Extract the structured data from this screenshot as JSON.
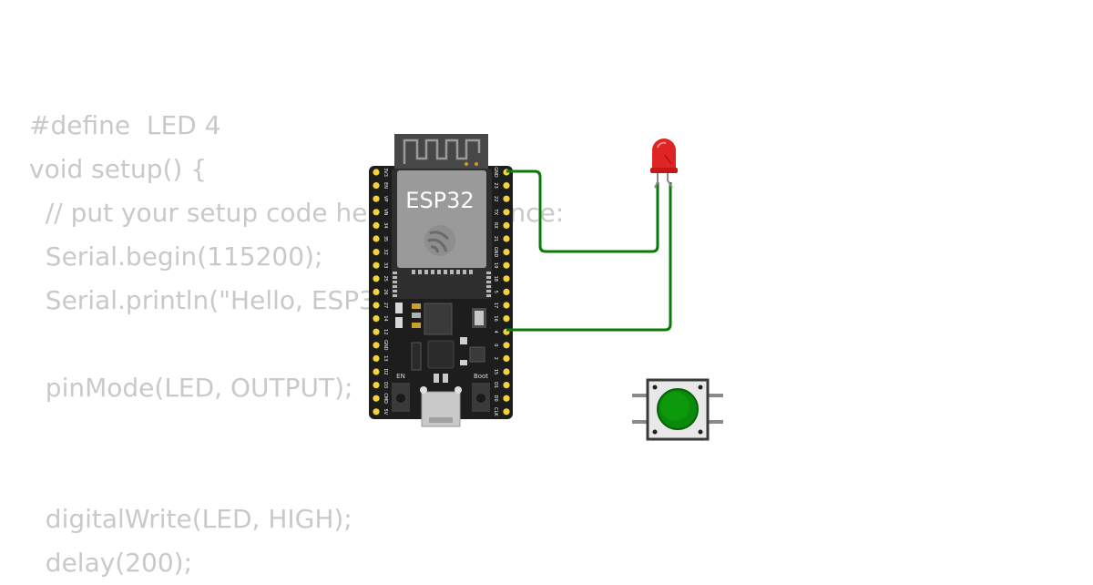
{
  "code": {
    "lines": [
      "#define  LED 4",
      "void setup() {",
      "  // put your setup code here, to run once:",
      "  Serial.begin(115200);",
      "  Serial.println(\"Hello, ESP32!\");",
      "",
      "  pinMode(LED, OUTPUT);",
      "",
      "",
      "  digitalWrite(LED, HIGH);",
      "  delay(200);"
    ]
  },
  "board": {
    "name": "ESP32",
    "en_label": "EN",
    "boot_label": "Boot",
    "left_pins": [
      "3V3",
      "EN",
      "VP",
      "VN",
      "34",
      "35",
      "32",
      "33",
      "25",
      "26",
      "27",
      "14",
      "12",
      "GND",
      "13",
      "D2",
      "D3",
      "CMD",
      "5V"
    ],
    "right_pins": [
      "GND",
      "23",
      "22",
      "TX",
      "RX",
      "21",
      "GND",
      "19",
      "18",
      "5",
      "17",
      "16",
      "4",
      "0",
      "2",
      "15",
      "D1",
      "D0",
      "CLK"
    ]
  },
  "colors": {
    "wire": "#0b7a0b",
    "board": "#1d1d1d",
    "pin": "#f3d23a",
    "led": "#e02424",
    "button": "#0a8a0a"
  }
}
